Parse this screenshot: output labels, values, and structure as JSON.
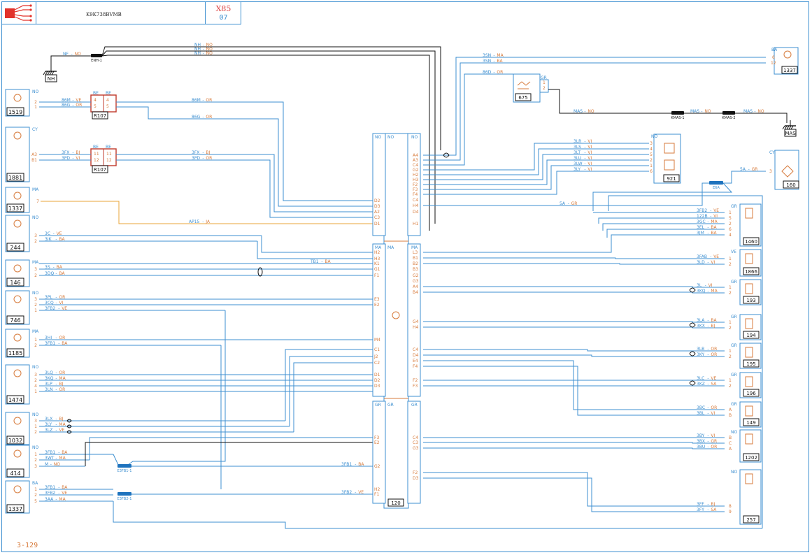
{
  "header": {
    "ref": "K9K738BVMB",
    "sheet_code": "X85",
    "sheet_index": "07"
  },
  "page_number": "3-129",
  "colors": {
    "wire": "#3d8fd0",
    "label": "#d77b3c",
    "ground": "#111111",
    "yellow": "#e9a63a",
    "connector": "#c0392b"
  },
  "grounds": [
    {
      "name": "NH"
    },
    {
      "name": "MAS"
    }
  ],
  "splices": [
    {
      "name": "ENH-1"
    },
    {
      "name": "KMAS-1"
    },
    {
      "name": "KMAS-2"
    },
    {
      "name": "E6A"
    },
    {
      "name": "E3FB1-1"
    },
    {
      "name": "E3FB2-1"
    }
  ],
  "connectors_r107": [
    {
      "id": "R107",
      "left": "BE",
      "right": "BE",
      "pins": [
        "4",
        "5"
      ]
    },
    {
      "id": "R107",
      "left": "BE",
      "right": "BE",
      "pins": [
        "11",
        "12"
      ]
    }
  ],
  "ecu": {
    "id": "120",
    "blocks": [
      {
        "left": "NO",
        "right": "NO"
      },
      {
        "left": "MA",
        "right": "MA"
      },
      {
        "left": "GR",
        "right": "GR"
      }
    ]
  },
  "wires_top": [
    {
      "label": "NF",
      "color": "NO"
    },
    {
      "label": "NH",
      "color": "NO"
    },
    {
      "label": "NH",
      "color": "NO"
    },
    {
      "label": "NH",
      "color": "NO"
    },
    {
      "label": "3SN",
      "color": "MA"
    },
    {
      "label": "3SN",
      "color": "BA"
    },
    {
      "label": "86D",
      "color": "OR"
    },
    {
      "label": "MAS",
      "color": "NO"
    },
    {
      "label": "MAS",
      "color": "NO"
    },
    {
      "label": "MAS",
      "color": "NO"
    }
  ],
  "left_components": [
    {
      "id": "1519",
      "connector": "NO",
      "pins": [
        {
          "pin": "2",
          "label": "86M",
          "color": "VE"
        },
        {
          "pin": "1",
          "label": "86G",
          "color": "OR"
        }
      ]
    },
    {
      "id": "1881",
      "connector": "CY",
      "pins": [
        {
          "pin": "A3",
          "label": "3FX",
          "color": "BJ"
        },
        {
          "pin": "B1",
          "label": "3PD",
          "color": "VI"
        }
      ]
    },
    {
      "id": "1337",
      "connector": "MA",
      "pins": [
        {
          "pin": "7",
          "label": "AP15",
          "color": "JA"
        }
      ]
    },
    {
      "id": "244",
      "connector": "NO",
      "pins": [
        {
          "pin": "3",
          "label": "3C",
          "color": "VE"
        },
        {
          "pin": "2",
          "label": "3JK",
          "color": "BA"
        }
      ]
    },
    {
      "id": "146",
      "connector": "MA",
      "pins": [
        {
          "pin": "3",
          "label": "3S",
          "color": "BA"
        },
        {
          "pin": "2",
          "label": "3DQ",
          "color": "BA"
        }
      ]
    },
    {
      "id": "746",
      "connector": "NO",
      "pins": [
        {
          "pin": "3",
          "label": "3PL",
          "color": "OR"
        },
        {
          "pin": "2",
          "label": "3CQ",
          "color": "VI"
        },
        {
          "pin": "1",
          "label": "3FB2",
          "color": "VE"
        }
      ]
    },
    {
      "id": "1185",
      "connector": "MA",
      "pins": [
        {
          "pin": "1",
          "label": "3HI",
          "color": "OR"
        },
        {
          "pin": "2",
          "label": "3FB1",
          "color": "BA"
        }
      ]
    },
    {
      "id": "1474",
      "connector": "NO",
      "pins": [
        {
          "pin": "3",
          "label": "3LQ",
          "color": "OR"
        },
        {
          "pin": "2",
          "label": "3KQ",
          "color": "MA"
        },
        {
          "pin": "4",
          "label": "3LP",
          "color": "BJ"
        },
        {
          "pin": "1",
          "label": "3LN",
          "color": "OR"
        }
      ]
    },
    {
      "id": "1032",
      "connector": "NO",
      "pins": [
        {
          "pin": "3",
          "label": "3LX",
          "color": "BJ"
        },
        {
          "pin": "1",
          "label": "3LY",
          "color": "MA"
        },
        {
          "pin": "2",
          "label": "3LZ",
          "color": "VE"
        }
      ]
    },
    {
      "id": "414",
      "connector": "NO",
      "pins": [
        {
          "pin": "1",
          "label": "3FB1",
          "color": "BA"
        },
        {
          "pin": "2",
          "label": "3WT",
          "color": "MA"
        },
        {
          "pin": "3",
          "label": "M",
          "color": "NO"
        }
      ]
    },
    {
      "id": "1337",
      "connector": "BA",
      "pins": [
        {
          "pin": "1",
          "label": "3FB1",
          "color": "BA"
        },
        {
          "pin": "2",
          "label": "3FB2",
          "color": "VE"
        },
        {
          "pin": "5",
          "label": "3AA",
          "color": "MA"
        }
      ]
    }
  ],
  "middle_wires": [
    {
      "label": "86M",
      "color": "OR"
    },
    {
      "label": "86G",
      "color": "OR"
    },
    {
      "label": "3FX",
      "color": "BJ"
    },
    {
      "label": "3PD",
      "color": "OR"
    },
    {
      "label": "AP15",
      "color": "JA"
    },
    {
      "label": "TB1",
      "color": "BA"
    },
    {
      "label": "3FB1",
      "color": "BA"
    },
    {
      "label": "3FB2",
      "color": "VE"
    },
    {
      "label": "5A",
      "color": "GR"
    },
    {
      "label": "5A",
      "color": "GR"
    }
  ],
  "ecu_left_pins": {
    "block1": [
      "D2",
      "D3",
      "A2",
      "C3",
      "D1"
    ],
    "block2": [
      "H2",
      "H3",
      "K1",
      "G1",
      "F1",
      "E3",
      "E2",
      "M4",
      "C1",
      "J2",
      "C2",
      "D1",
      "D2",
      "D3"
    ],
    "block3": [
      "F3",
      "E2",
      "G2",
      "H2",
      "F1"
    ]
  },
  "ecu_right_pins": {
    "block1": [
      "A4",
      "A3",
      "C4",
      "G2",
      "H2",
      "H3",
      "F2",
      "F3",
      "F4",
      "C4",
      "H4",
      "D4",
      "H1"
    ],
    "block2": [
      "L3",
      "B1",
      "B2",
      "B3",
      "G2",
      "G3",
      "A4",
      "B4",
      "G4",
      "H4",
      "C4",
      "D4",
      "E4",
      "F4",
      "F2",
      "F3"
    ],
    "block3": [
      "C4",
      "C3",
      "G3",
      "F2",
      "D3"
    ]
  },
  "right_components": [
    {
      "id": "1337",
      "connector": "BA",
      "pins": [
        {
          "pin": "6",
          "label": "3SN",
          "color": "MA"
        },
        {
          "pin": "12",
          "label": "3SN",
          "color": "BA"
        }
      ]
    },
    {
      "id": "675",
      "connector": "GR",
      "pins": [
        {
          "pin": "1"
        },
        {
          "pin": "2"
        }
      ]
    },
    {
      "id": "921",
      "connector": "NO",
      "pins": [
        {
          "pin": "3",
          "label": "3LR",
          "color": "VI"
        },
        {
          "pin": "4",
          "label": "3LS",
          "color": "VI"
        },
        {
          "pin": "5",
          "label": "3LT",
          "color": "VI"
        },
        {
          "pin": "2",
          "label": "3LU",
          "color": "VI"
        },
        {
          "pin": "1",
          "label": "3LW",
          "color": "VI"
        },
        {
          "pin": "6",
          "label": "3LY",
          "color": "VI"
        }
      ]
    },
    {
      "id": "160",
      "connector": "CY",
      "pins": [
        {
          "pin": "3",
          "label": "5A",
          "color": "GR"
        }
      ]
    },
    {
      "id": "1460",
      "connector": "GR",
      "pins": [
        {
          "pin": "1",
          "label": "3FB2",
          "color": "VE"
        },
        {
          "pin": "5",
          "label": "122B",
          "color": "VI"
        },
        {
          "pin": "2",
          "label": "3GC",
          "color": "MA"
        },
        {
          "pin": "6",
          "label": "3EL",
          "color": "BA"
        },
        {
          "pin": "4",
          "label": "3JM",
          "color": "BA"
        }
      ]
    },
    {
      "id": "1866",
      "connector": "VE",
      "pins": [
        {
          "pin": "1",
          "label": "3FAB",
          "color": "VE"
        },
        {
          "pin": "2",
          "label": "3LD",
          "color": "VI"
        }
      ]
    },
    {
      "id": "193",
      "connector": "GR",
      "pins": [
        {
          "pin": "1",
          "label": "3L",
          "color": "VI"
        },
        {
          "pin": "2",
          "label": "3KQ",
          "color": "MA"
        }
      ]
    },
    {
      "id": "194",
      "connector": "GR",
      "pins": [
        {
          "pin": "1",
          "label": "3LA",
          "color": "BA"
        },
        {
          "pin": "2",
          "label": "3KX",
          "color": "BJ"
        }
      ]
    },
    {
      "id": "195",
      "connector": "GR",
      "pins": [
        {
          "pin": "1",
          "label": "3LB",
          "color": "OR"
        },
        {
          "pin": "2",
          "label": "3KY",
          "color": "OR"
        }
      ]
    },
    {
      "id": "196",
      "connector": "GR",
      "pins": [
        {
          "pin": "1",
          "label": "3LC",
          "color": "VE"
        },
        {
          "pin": "2",
          "label": "3KZ",
          "color": "SA"
        }
      ]
    },
    {
      "id": "149",
      "connector": "GR",
      "pins": [
        {
          "pin": "A",
          "label": "3BC",
          "color": "OR"
        },
        {
          "pin": "B",
          "label": "3BL",
          "color": "VI"
        }
      ]
    },
    {
      "id": "1202",
      "connector": "NO",
      "pins": [
        {
          "pin": "B",
          "label": "3BY",
          "color": "VI"
        },
        {
          "pin": "C",
          "label": "3BX",
          "color": "GR"
        },
        {
          "pin": "A",
          "label": "3BU",
          "color": "OR"
        }
      ]
    },
    {
      "id": "257",
      "connector": "NO",
      "pins": [
        {
          "pin": "8",
          "label": "3FF",
          "color": "BJ"
        },
        {
          "pin": "9",
          "label": "3FY",
          "color": "SA"
        }
      ]
    }
  ]
}
